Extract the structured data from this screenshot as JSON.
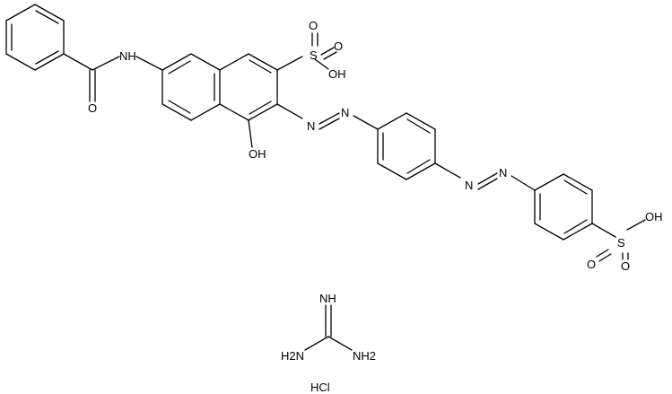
{
  "structure": {
    "atom_labels": {
      "nh": "NH",
      "amide_o": "O",
      "sulfo_top": {
        "s": "S",
        "o1": "O",
        "o2": "O",
        "oh": "OH"
      },
      "naph_oh": "OH",
      "azo1_n1": "N",
      "azo1_n2": "N",
      "azo2_n1": "N",
      "azo2_n2": "N",
      "sulfo_right": {
        "s": "S",
        "o1": "O",
        "o2": "O",
        "oh": "OH"
      },
      "guanidine": {
        "imine": "NH",
        "amine_left": "H2N",
        "amine_right": "NH2"
      },
      "salt": "HCl"
    }
  }
}
